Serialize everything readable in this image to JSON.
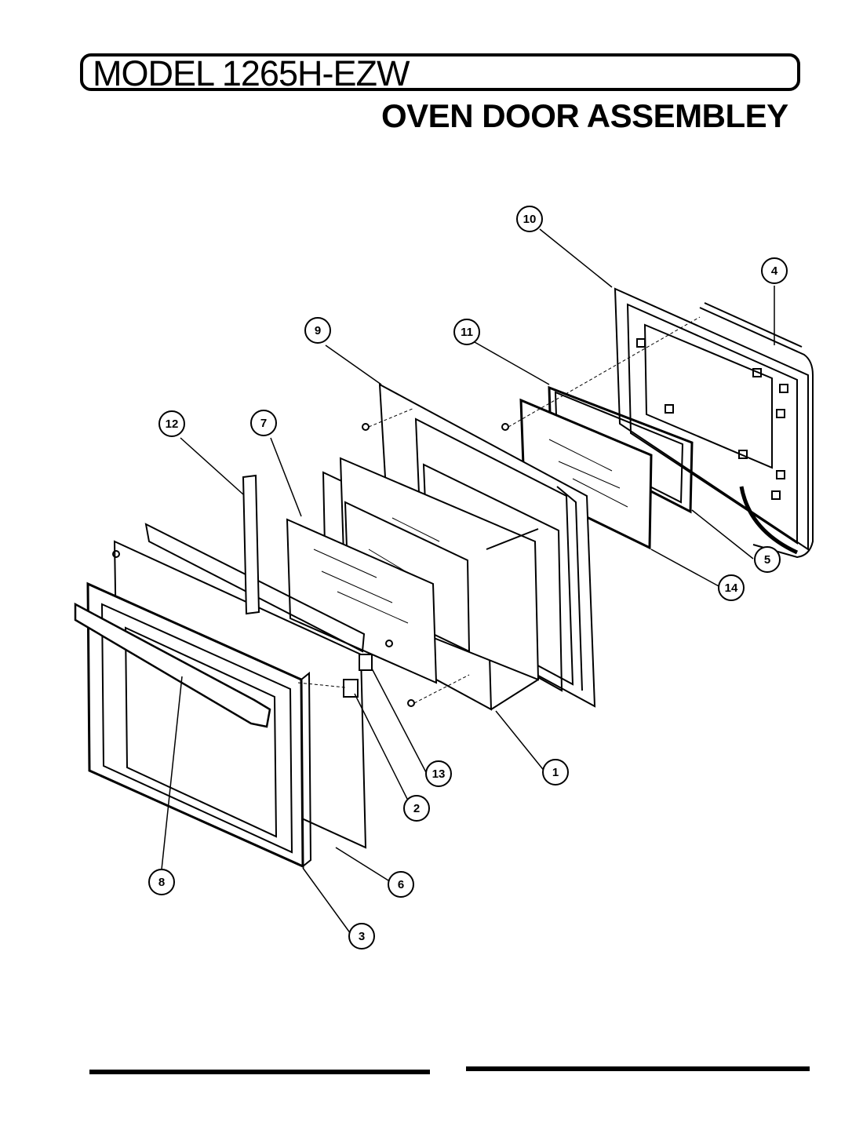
{
  "header": {
    "model_title": "MODEL 1265H-EZW",
    "section_title": "OVEN DOOR ASSEMBLEY"
  },
  "callouts": [
    "1",
    "2",
    "3",
    "4",
    "5",
    "6",
    "7",
    "8",
    "9",
    "10",
    "11",
    "12",
    "13",
    "14"
  ]
}
